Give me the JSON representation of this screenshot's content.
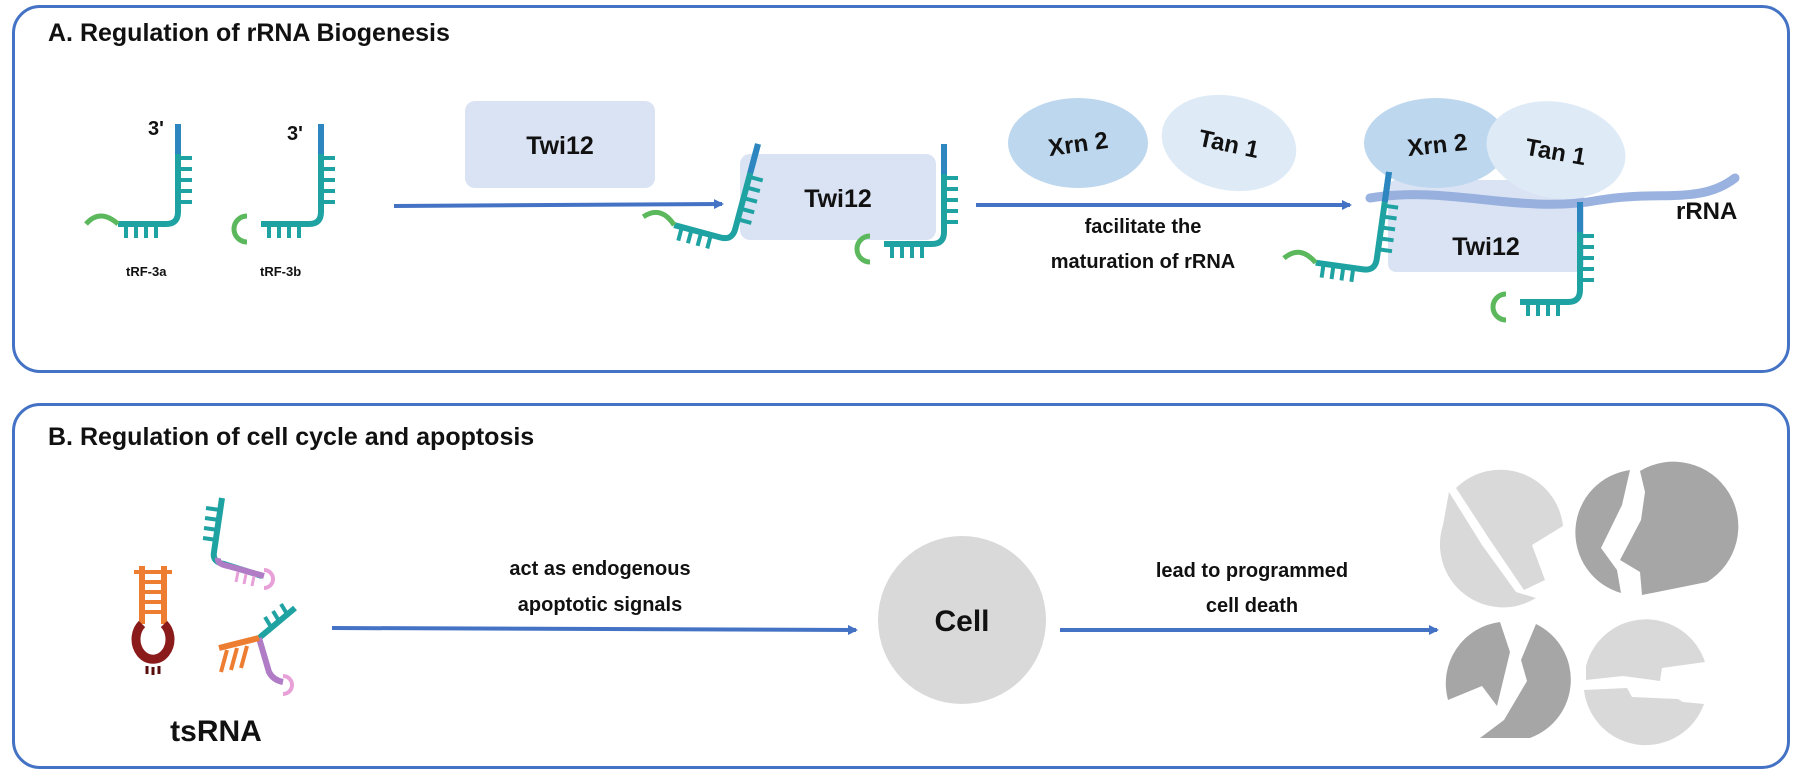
{
  "panel_a": {
    "title": "A. Regulation of rRNA Biogenesis",
    "three_prime_a": "3'",
    "three_prime_b": "3'",
    "trf_3a": "tRF-3a",
    "trf_3b": "tRF-3b",
    "twi12_free": "Twi12",
    "twi12_bound": "Twi12",
    "xrn2_free": "Xrn 2",
    "tan1_free": "Tan 1",
    "arrow_label_line1": "facilitate the",
    "arrow_label_line2": "maturation of rRNA",
    "xrn2_complex": "Xrn 2",
    "tan1_complex": "Tan 1",
    "twi12_complex": "Twi12",
    "rrna": "rRNA"
  },
  "panel_b": {
    "title": "B. Regulation of cell cycle and apoptosis",
    "tsrna": "tsRNA",
    "arrow1_line1": "act as endogenous",
    "arrow1_line2": "apoptotic signals",
    "cell": "Cell",
    "arrow2_line1": "lead to programmed",
    "arrow2_line2": "cell death"
  },
  "colors": {
    "panel_border": "#4472c4",
    "arrow": "#4472c4",
    "twi12_box": "#dae3f3",
    "xrn2": "#bdd7ee",
    "tan1": "#deebf7",
    "rrna_strand": "#8faadc",
    "trf_teal": "#1fa2a2",
    "trf_green": "#5cb85c",
    "tsrna_orange": "#ed7d31",
    "tsrna_purple": "#b07cc6",
    "tsrna_darkred": "#8b1a1a",
    "cell": "#d9d9d9",
    "fragment_dark": "#a6a6a6"
  }
}
